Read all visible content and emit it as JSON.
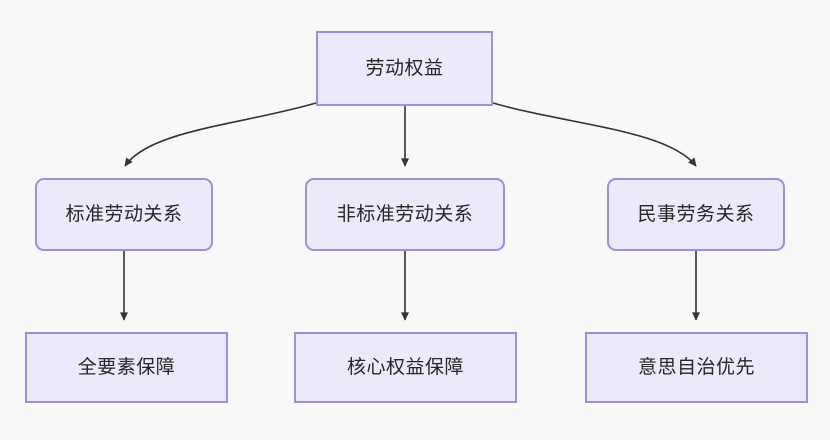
{
  "diagram": {
    "type": "flowchart",
    "direction": "top-down",
    "background_color": "#f8f8f8",
    "node_fill_color": "#ece9fb",
    "node_border_color": "#9f8fd4",
    "node_text_color": "#262626",
    "edge_color": "#333333",
    "nodes": [
      {
        "id": "root",
        "label": "劳动权益",
        "shape": "rectangle",
        "level": 0
      },
      {
        "id": "standard",
        "label": "标准劳动关系",
        "shape": "rounded-rectangle",
        "level": 1
      },
      {
        "id": "nonstandard",
        "label": "非标准劳动关系",
        "shape": "rounded-rectangle",
        "level": 1
      },
      {
        "id": "civil",
        "label": "民事劳务关系",
        "shape": "rounded-rectangle",
        "level": 1
      },
      {
        "id": "full_element",
        "label": "全要素保障",
        "shape": "rectangle",
        "level": 2
      },
      {
        "id": "core_rights",
        "label": "核心权益保障",
        "shape": "rectangle",
        "level": 2
      },
      {
        "id": "autonomy",
        "label": "意思自治优先",
        "shape": "rectangle",
        "level": 2
      }
    ],
    "edges": [
      {
        "from": "root",
        "to": "standard",
        "style": "curved",
        "arrow": "triangle"
      },
      {
        "from": "root",
        "to": "nonstandard",
        "style": "straight",
        "arrow": "triangle"
      },
      {
        "from": "root",
        "to": "civil",
        "style": "curved",
        "arrow": "triangle"
      },
      {
        "from": "standard",
        "to": "full_element",
        "style": "straight",
        "arrow": "triangle"
      },
      {
        "from": "nonstandard",
        "to": "core_rights",
        "style": "straight",
        "arrow": "triangle"
      },
      {
        "from": "civil",
        "to": "autonomy",
        "style": "straight",
        "arrow": "triangle"
      }
    ]
  }
}
